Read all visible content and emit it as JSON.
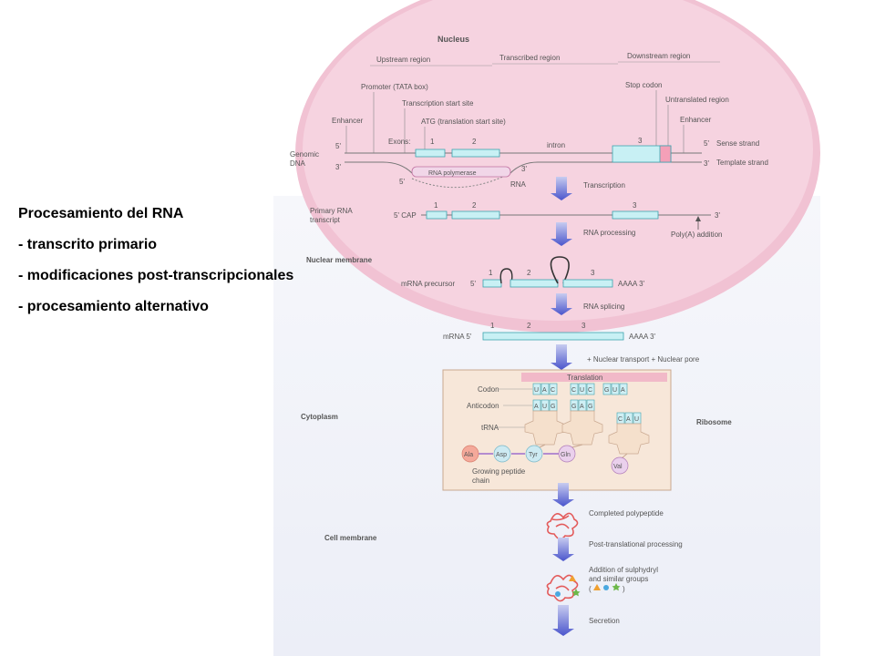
{
  "slide": {
    "title": "Procesamiento del RNA",
    "bullets": [
      "- transcrito primario",
      "- modificaciones post-transcripcionales",
      "- procesamiento alternativo"
    ]
  },
  "figure": {
    "compartments": {
      "nucleus": "Nucleus",
      "nuclear_membrane": "Nuclear membrane",
      "cytoplasm": "Cytoplasm",
      "cell_membrane": "Cell membrane",
      "ribosome": "Ribosome"
    },
    "gene": {
      "upstream": "Upstream region",
      "transcribed": "Transcribed region",
      "downstream": "Downstream region",
      "promoter": "Promoter (TATA box)",
      "tss": "Transcription start site",
      "atg": "ATG (translation start site)",
      "stop_codon": "Stop codon",
      "utr": "Untranslated region",
      "enhancer_left": "Enhancer",
      "enhancer_right": "Enhancer",
      "exons": "Exons:",
      "intron": "intron",
      "genomic_1": "Genomic",
      "genomic_2": "DNA",
      "sense": "Sense strand",
      "template": "Template strand",
      "five_prime": "5'",
      "three_prime": "3'",
      "exon1": "1",
      "exon2": "2",
      "exon3": "3",
      "rna_polymerase": "RNA polymerase",
      "rna": "RNA"
    },
    "steps": {
      "transcription": "Transcription",
      "rna_processing": "RNA processing",
      "polya": "Poly(A) addition",
      "rna_splicing": "RNA splicing",
      "transport": "+ Nuclear transport + Nuclear pore",
      "translation": "Translation",
      "completed": "Completed polypeptide",
      "post_translational": "Post-translational processing",
      "addition_1": "Addition of sulphydryl",
      "addition_2": "and similar groups",
      "symbols_open": "(",
      "symbols_close": ")",
      "secretion": "Secretion"
    },
    "primary": {
      "label_1": "Primary RNA",
      "label_2": "transcript",
      "cap": "5' CAP"
    },
    "precursor": {
      "label": "mRNA precursor",
      "tail": "AAAA 3'"
    },
    "mrna": {
      "label": "mRNA 5'",
      "tail": "AAAA 3'"
    },
    "translation": {
      "codon": "Codon",
      "anticodon": "Anticodon",
      "trna": "tRNA",
      "chain_1": "Growing peptide",
      "chain_2": "chain",
      "codon_groups": [
        [
          "U",
          "A",
          "C"
        ],
        [
          "C",
          "U",
          "C"
        ],
        [
          "G",
          "U",
          "A"
        ]
      ],
      "anticodon_groups": [
        [
          "A",
          "U",
          "G"
        ],
        [
          "G",
          "A",
          "G"
        ]
      ],
      "free_anticodon": [
        "C",
        "A",
        "U"
      ],
      "amino_acids": [
        "Ala",
        "Asp",
        "Tyr",
        "Gln"
      ],
      "free_amino_acid": "Val"
    },
    "colors": {
      "nucleus_fill": "#f6d3e0",
      "nuclear_membrane_fill": "#f1c2d3",
      "cytoplasm_fill": "#eef0f8",
      "arrow_top": "#c8ccf0",
      "arrow_bottom": "#4a55cc",
      "exon_fill": "#c8f0f4",
      "exon_stroke": "#3ea4b0",
      "ribosome_fill": "#f7e7d9",
      "trna_fill": "#f5e0cc",
      "translation_bar": "#f1b9c8",
      "polypeptide": "#e35a5a"
    }
  }
}
